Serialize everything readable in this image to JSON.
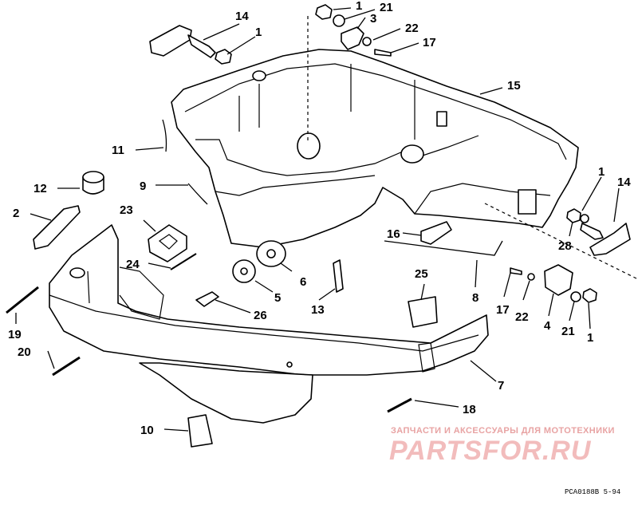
{
  "callouts": {
    "c1a": "1",
    "c1b": "1",
    "c1c": "1",
    "c1d": "1",
    "c2": "2",
    "c3": "3",
    "c4": "4",
    "c5": "5",
    "c6": "6",
    "c7": "7",
    "c8": "8",
    "c9": "9",
    "c10": "10",
    "c11": "11",
    "c12": "12",
    "c13": "13",
    "c14a": "14",
    "c14b": "14",
    "c15": "15",
    "c16": "16",
    "c17a": "17",
    "c17b": "17",
    "c18": "18",
    "c19": "19",
    "c20": "20",
    "c21a": "21",
    "c21b": "21",
    "c22a": "22",
    "c22b": "22",
    "c23": "23",
    "c24": "24",
    "c25": "25",
    "c26": "26",
    "c28": "28"
  },
  "watermark": {
    "tagline": "ЗАПЧАСТИ И АКСЕССУАРЫ ДЛЯ МОТОТЕХНИКИ",
    "brand": "PARTSFOR.RU",
    "color": "#f2bcbc"
  },
  "figure_code": "PCA0188B  5-94"
}
